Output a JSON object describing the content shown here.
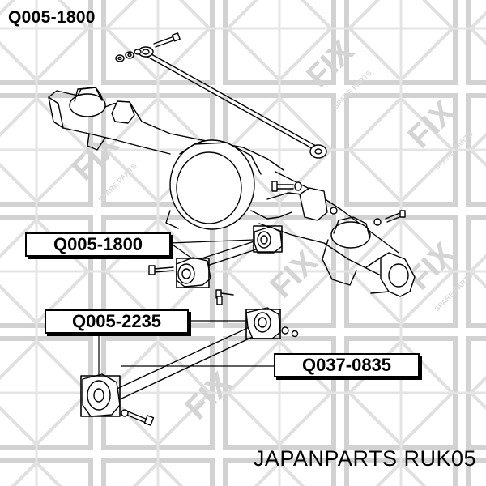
{
  "title": "Q005-1800",
  "footer": "JAPANPARTS RUK05",
  "callouts": {
    "upper_arm_bushing": "Q005-1800",
    "lower_arm_bushing": "Q005-2235",
    "bolt_nut": "Q037-0835"
  },
  "watermark": {
    "logo_text": "FIX",
    "sub_text": "SPARE PARTS"
  }
}
